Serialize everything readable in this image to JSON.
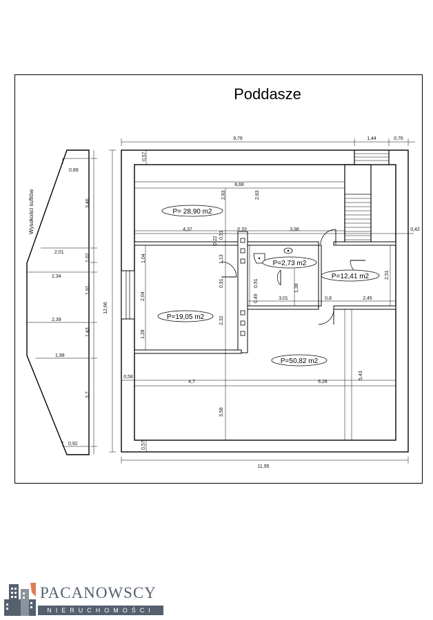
{
  "title": "Poddasze",
  "ceiling_label": "Wysokości sufitów",
  "rooms": {
    "r1": "P= 28,90 m2",
    "r2": "P=2,73 m2",
    "r3": "P=12,41 m2",
    "r4": "P=19,05 m2",
    "r5": "P=50,82 m2"
  },
  "dims": {
    "d976": "9,76",
    "d144": "1,44",
    "d076": "0,76",
    "d057a": "0,57",
    "d868": "8,68",
    "d283a": "2,83",
    "d283b": "2,83",
    "d437": "4,37",
    "d033": "0,33",
    "d398": "3,98",
    "d042": "0,42",
    "d051": "0,51",
    "d022": "0,22",
    "d104": "1,04",
    "d113": "1,13",
    "d091a": "0,91",
    "d091b": "0,91",
    "d138": "1,38",
    "d251": "2,51",
    "d204": "2,04",
    "d049": "0,49",
    "d301": "3,01",
    "d08": "0,8",
    "d245": "2,45",
    "d1266": "12,66",
    "d232": "2,32",
    "d128": "1,28",
    "d058": "0,58",
    "d47": "4,7",
    "d626": "6,26",
    "d543": "5,43",
    "d358": "3,58",
    "d057b": "0,57",
    "d1195": "11,95"
  },
  "ceiling_dims": {
    "c089": "0,89",
    "c346": "3,46",
    "c201": "2,01",
    "c102": "1,02",
    "c234": "2,34",
    "c191": "1,91",
    "c239": "2,39",
    "c143": "1,43",
    "c198": "1,98",
    "c37": "3,7",
    "c092": "0,92"
  },
  "logo": {
    "name": "PACANOWSCY",
    "subtitle": "NIERUCHOMOŚCI"
  },
  "colors": {
    "line": "#000000",
    "logo": "#55606e",
    "logo_accent": "#e07b5a"
  }
}
